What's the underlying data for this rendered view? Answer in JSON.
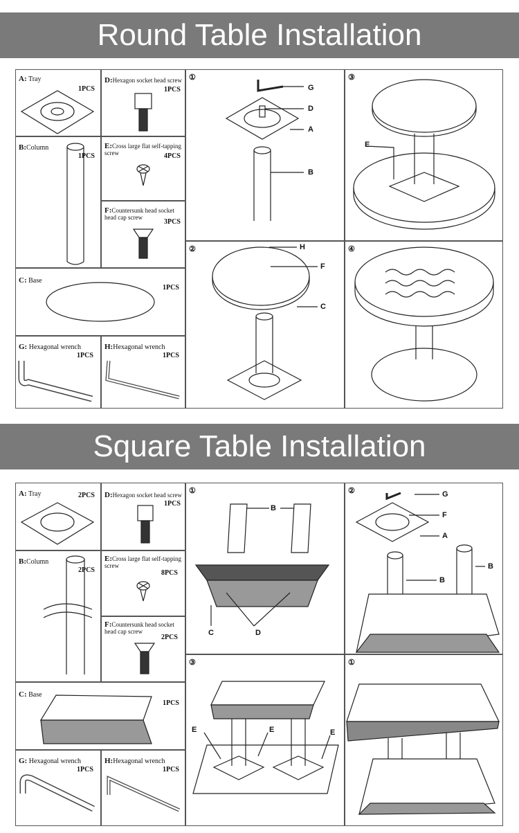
{
  "round": {
    "title": "Round Table Installation",
    "parts": {
      "a": {
        "letter": "A:",
        "name": "Tray",
        "qty": "1PCS"
      },
      "b": {
        "letter": "B:",
        "name": "Column",
        "qty": "1PCS"
      },
      "c": {
        "letter": "C:",
        "name": "Base",
        "qty": "1PCS"
      },
      "d": {
        "letter": "D:",
        "name": "Hexagon socket head screw",
        "qty": "1PCS"
      },
      "e": {
        "letter": "E:",
        "name": "Cross large flat self-tapping screw",
        "qty": "4PCS"
      },
      "f": {
        "letter": "F:",
        "name": "Countersunk head socket head cap screw",
        "qty": "3PCS"
      },
      "g": {
        "letter": "G:",
        "name": "Hexagonal wrench",
        "qty": "1PCS"
      },
      "h": {
        "letter": "H:",
        "name": "Hexagonal wrench",
        "qty": "1PCS"
      }
    },
    "steps": {
      "s1": "①",
      "s2": "②",
      "s3": "③",
      "s4": "④"
    },
    "callouts": {
      "g": "G",
      "d": "D",
      "a": "A",
      "b": "B",
      "h": "H",
      "f": "F",
      "c": "C",
      "e": "E"
    }
  },
  "square": {
    "title": "Square Table Installation",
    "parts": {
      "a": {
        "letter": "A:",
        "name": "Tray",
        "qty": "2PCS"
      },
      "b": {
        "letter": "B:",
        "name": "Column",
        "qty": "2PCS"
      },
      "c": {
        "letter": "C:",
        "name": "Base",
        "qty": "1PCS"
      },
      "d": {
        "letter": "D:",
        "name": "Hexagon socket head screw",
        "qty": "1PCS"
      },
      "e": {
        "letter": "E:",
        "name": "Cross large flat self-tapping screw",
        "qty": "8PCS"
      },
      "f": {
        "letter": "F:",
        "name": "Countersunk head socket head cap screw",
        "qty": "2PCS"
      },
      "g": {
        "letter": "G:",
        "name": "Hexagonal wrench",
        "qty": "1PCS"
      },
      "h": {
        "letter": "H:",
        "name": "Hexagonal wrench",
        "qty": "1PCS"
      }
    },
    "steps": {
      "s1": "①",
      "s2": "②",
      "s3": "③",
      "s4": "①"
    },
    "callouts": {
      "b1": "B",
      "c": "C",
      "d": "D",
      "g": "G",
      "f": "F",
      "a": "A",
      "b2": "B",
      "b3": "B",
      "e1": "E",
      "e2": "E",
      "e3": "E"
    }
  }
}
